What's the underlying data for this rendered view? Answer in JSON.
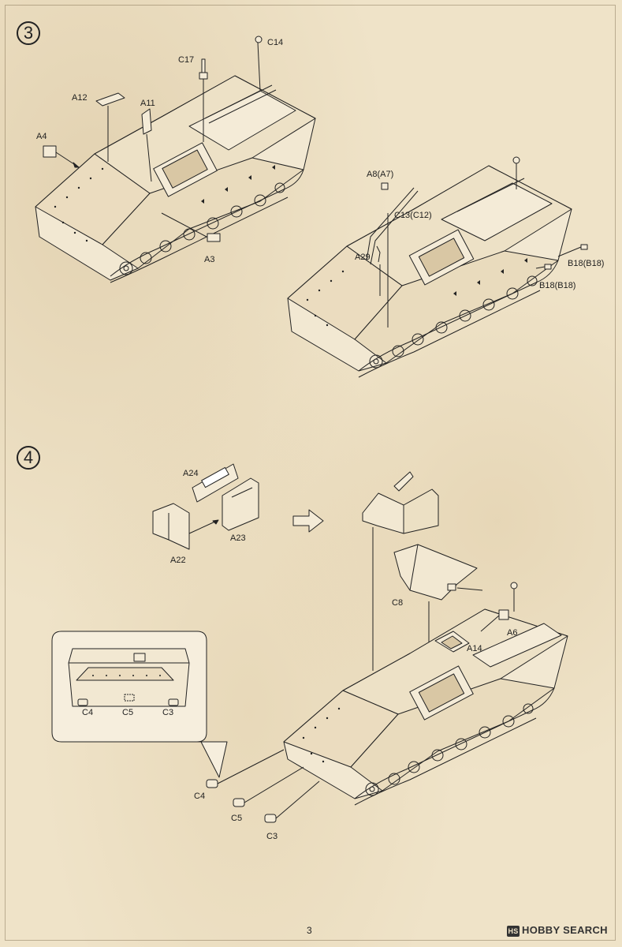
{
  "steps": [
    {
      "number": "3"
    },
    {
      "number": "4"
    }
  ],
  "step3_labels": {
    "c17": "C17",
    "c14": "C14",
    "a12": "A12",
    "a11": "A11",
    "a4": "A4",
    "a3": "A3",
    "a8": "A8(A7)",
    "c13": "C13(C12)",
    "a29": "A29",
    "b18a": "B18(B18)",
    "b18b": "B18(B18)"
  },
  "step4_labels": {
    "a24": "A24",
    "a23": "A23",
    "a22": "A22",
    "c8": "C8",
    "a6": "A6",
    "a14": "A14",
    "inset_c4": "C4",
    "inset_c5": "C5",
    "inset_c3": "C3",
    "c4": "C4",
    "c5": "C5",
    "c3": "C3"
  },
  "footer": {
    "page_number": "3",
    "watermark": "HOBBY SEARCH",
    "watermark_mark": "HS"
  },
  "colors": {
    "paper": "#efe3c8",
    "line": "#222222",
    "stain": "#d2b98c"
  }
}
